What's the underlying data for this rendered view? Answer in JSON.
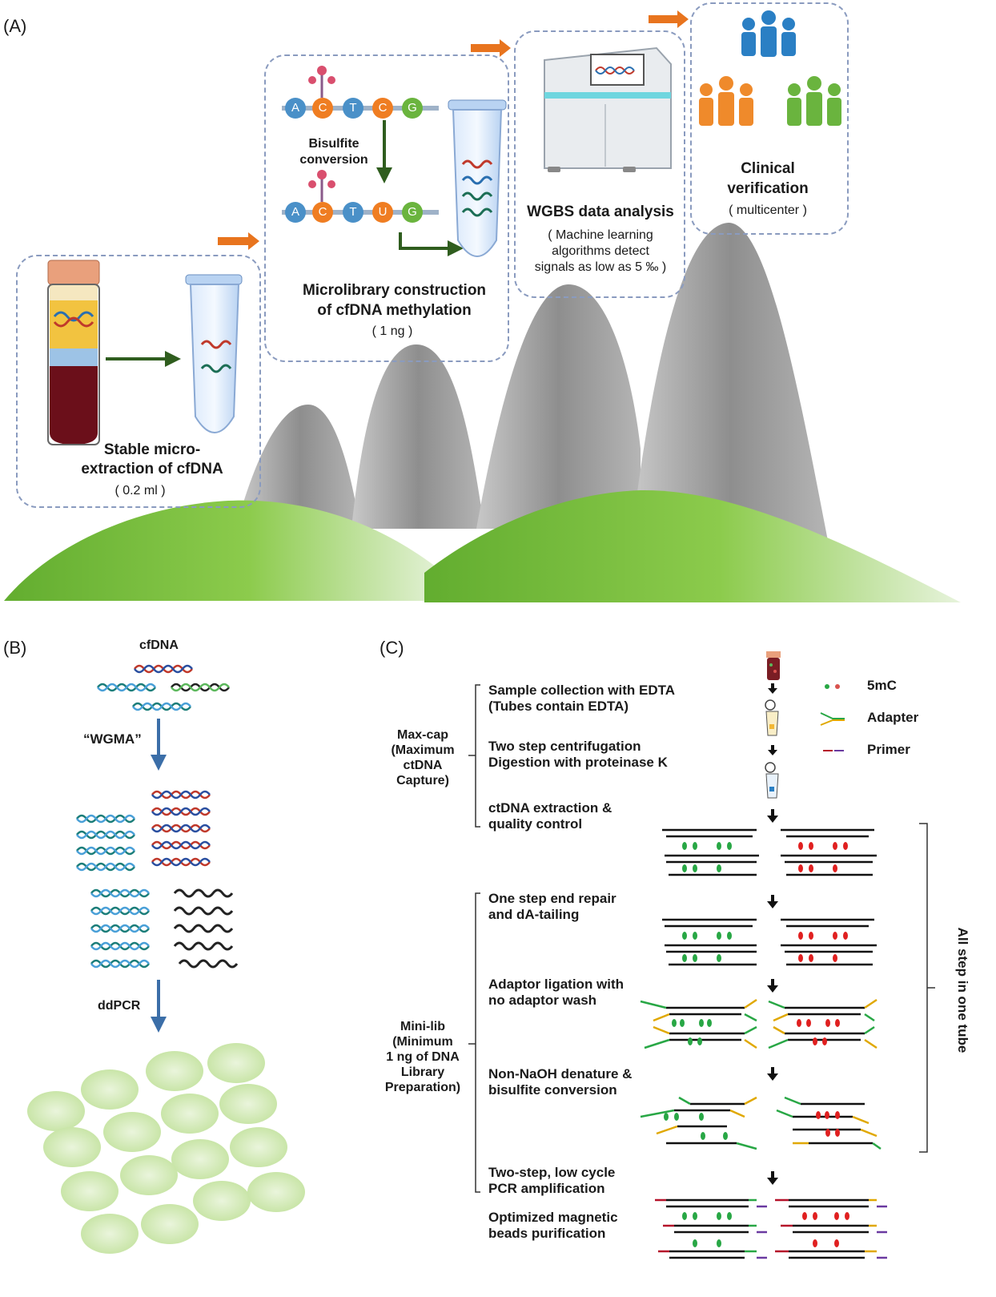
{
  "panels": {
    "a": "(A)",
    "b": "(B)",
    "c": "(C)"
  },
  "panel_a": {
    "step1": {
      "title_l1": "Stable micro-",
      "title_l2": "extraction of cfDNA",
      "note": "( 0.2 ml )"
    },
    "step2": {
      "bases_top": [
        "A",
        "C",
        "T",
        "C",
        "G"
      ],
      "bases_bottom": [
        "A",
        "C",
        "T",
        "U",
        "G"
      ],
      "conversion_l1": "Bisulfite",
      "conversion_l2": "conversion",
      "title_l1": "Microlibrary construction",
      "title_l2": "of cfDNA methylation",
      "note": "( 1 ng )"
    },
    "step3": {
      "title": "WGBS data analysis",
      "note_l1": "( Machine learning",
      "note_l2": "algorithms detect",
      "note_l3": "signals as low as 5 ‰ )"
    },
    "step4": {
      "title_l1": "Clinical",
      "title_l2": "verification",
      "note": "( multicenter )"
    },
    "colors": {
      "arrow": "#e8741e",
      "mountain": "#9a9a9a",
      "hill": "#7cc242",
      "blood": "#6b0f1a",
      "people_blue": "#2a7fc4",
      "people_orange": "#ef8a2b",
      "people_green": "#6ab43e"
    }
  },
  "panel_b": {
    "top_label": "cfDNA",
    "method1": "“WGMA”",
    "method2": "ddPCR"
  },
  "panel_c": {
    "group1_l1": "Max-cap",
    "group1_l2": "(Maximum",
    "group1_l3": "ctDNA",
    "group1_l4": "Capture)",
    "group2_l1": "Mini-lib",
    "group2_l2": "(Minimum",
    "group2_l3": "1 ng of DNA",
    "group2_l4": "Library",
    "group2_l5": "Preparation)",
    "steps": [
      {
        "l1": "Sample collection with EDTA",
        "l2": "(Tubes contain EDTA)"
      },
      {
        "l1": "Two step centrifugation",
        "l2": "Digestion with proteinase K"
      },
      {
        "l1": "ctDNA extraction &",
        "l2": "quality control"
      },
      {
        "l1": "One step end repair",
        "l2": "and dA-tailing"
      },
      {
        "l1": "Adaptor ligation with",
        "l2": "no adaptor wash"
      },
      {
        "l1": "Non-NaOH denature &",
        "l2": "bisulfite conversion"
      },
      {
        "l1": "Two-step, low cycle",
        "l2": "PCR amplification"
      },
      {
        "l1": "Optimized magnetic",
        "l2": "beads purification"
      }
    ],
    "legend": [
      "5mC",
      "Adapter",
      "Primer"
    ],
    "side_label": "All step in one tube"
  }
}
